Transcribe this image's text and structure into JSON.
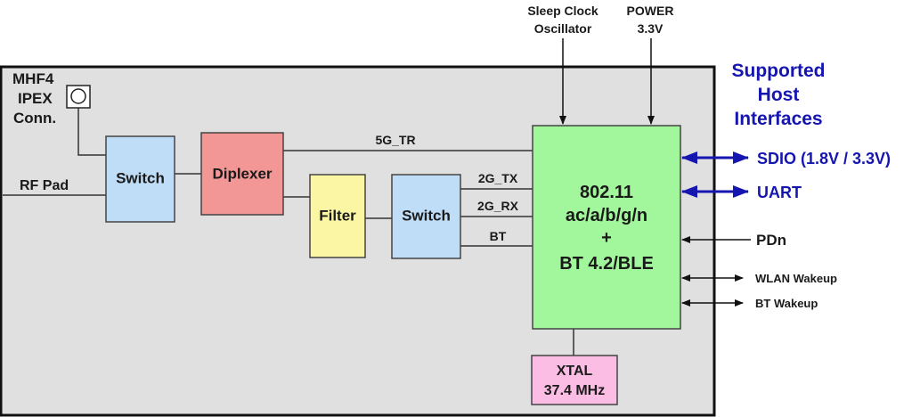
{
  "top_inputs": {
    "sleep_clock": [
      "Sleep Clock",
      "Oscillator"
    ],
    "power": [
      "POWER",
      "3.3V"
    ]
  },
  "module": {
    "connector": [
      "MHF4",
      "IPEX",
      "Conn."
    ],
    "rf_pad": "RF Pad",
    "switch1": "Switch",
    "diplexer": "Diplexer",
    "filter": "Filter",
    "switch2": "Switch",
    "signals": {
      "g5_tr": "5G_TR",
      "g2_tx": "2G_TX",
      "g2_rx": "2G_RX",
      "bt": "BT"
    },
    "chip": [
      "802.11",
      "ac/a/b/g/n",
      "+",
      "BT 4.2/BLE"
    ],
    "xtal": [
      "XTAL",
      "37.4 MHz"
    ]
  },
  "host_interfaces": {
    "title": [
      "Supported",
      "Host",
      "Interfaces"
    ],
    "sdio": "SDIO (1.8V / 3.3V)",
    "uart": "UART"
  },
  "control_signals": {
    "pdn": "PDn",
    "wlan_wakeup": "WLAN Wakeup",
    "bt_wakeup": "BT Wakeup"
  },
  "colors": {
    "module_bg": "#e0e0e0",
    "switch": "#c0ddf7",
    "diplexer": "#f29696",
    "filter": "#fbf6a4",
    "chip": "#a2f79c",
    "xtal": "#fbbde3",
    "host_blue": "#1515b0"
  }
}
